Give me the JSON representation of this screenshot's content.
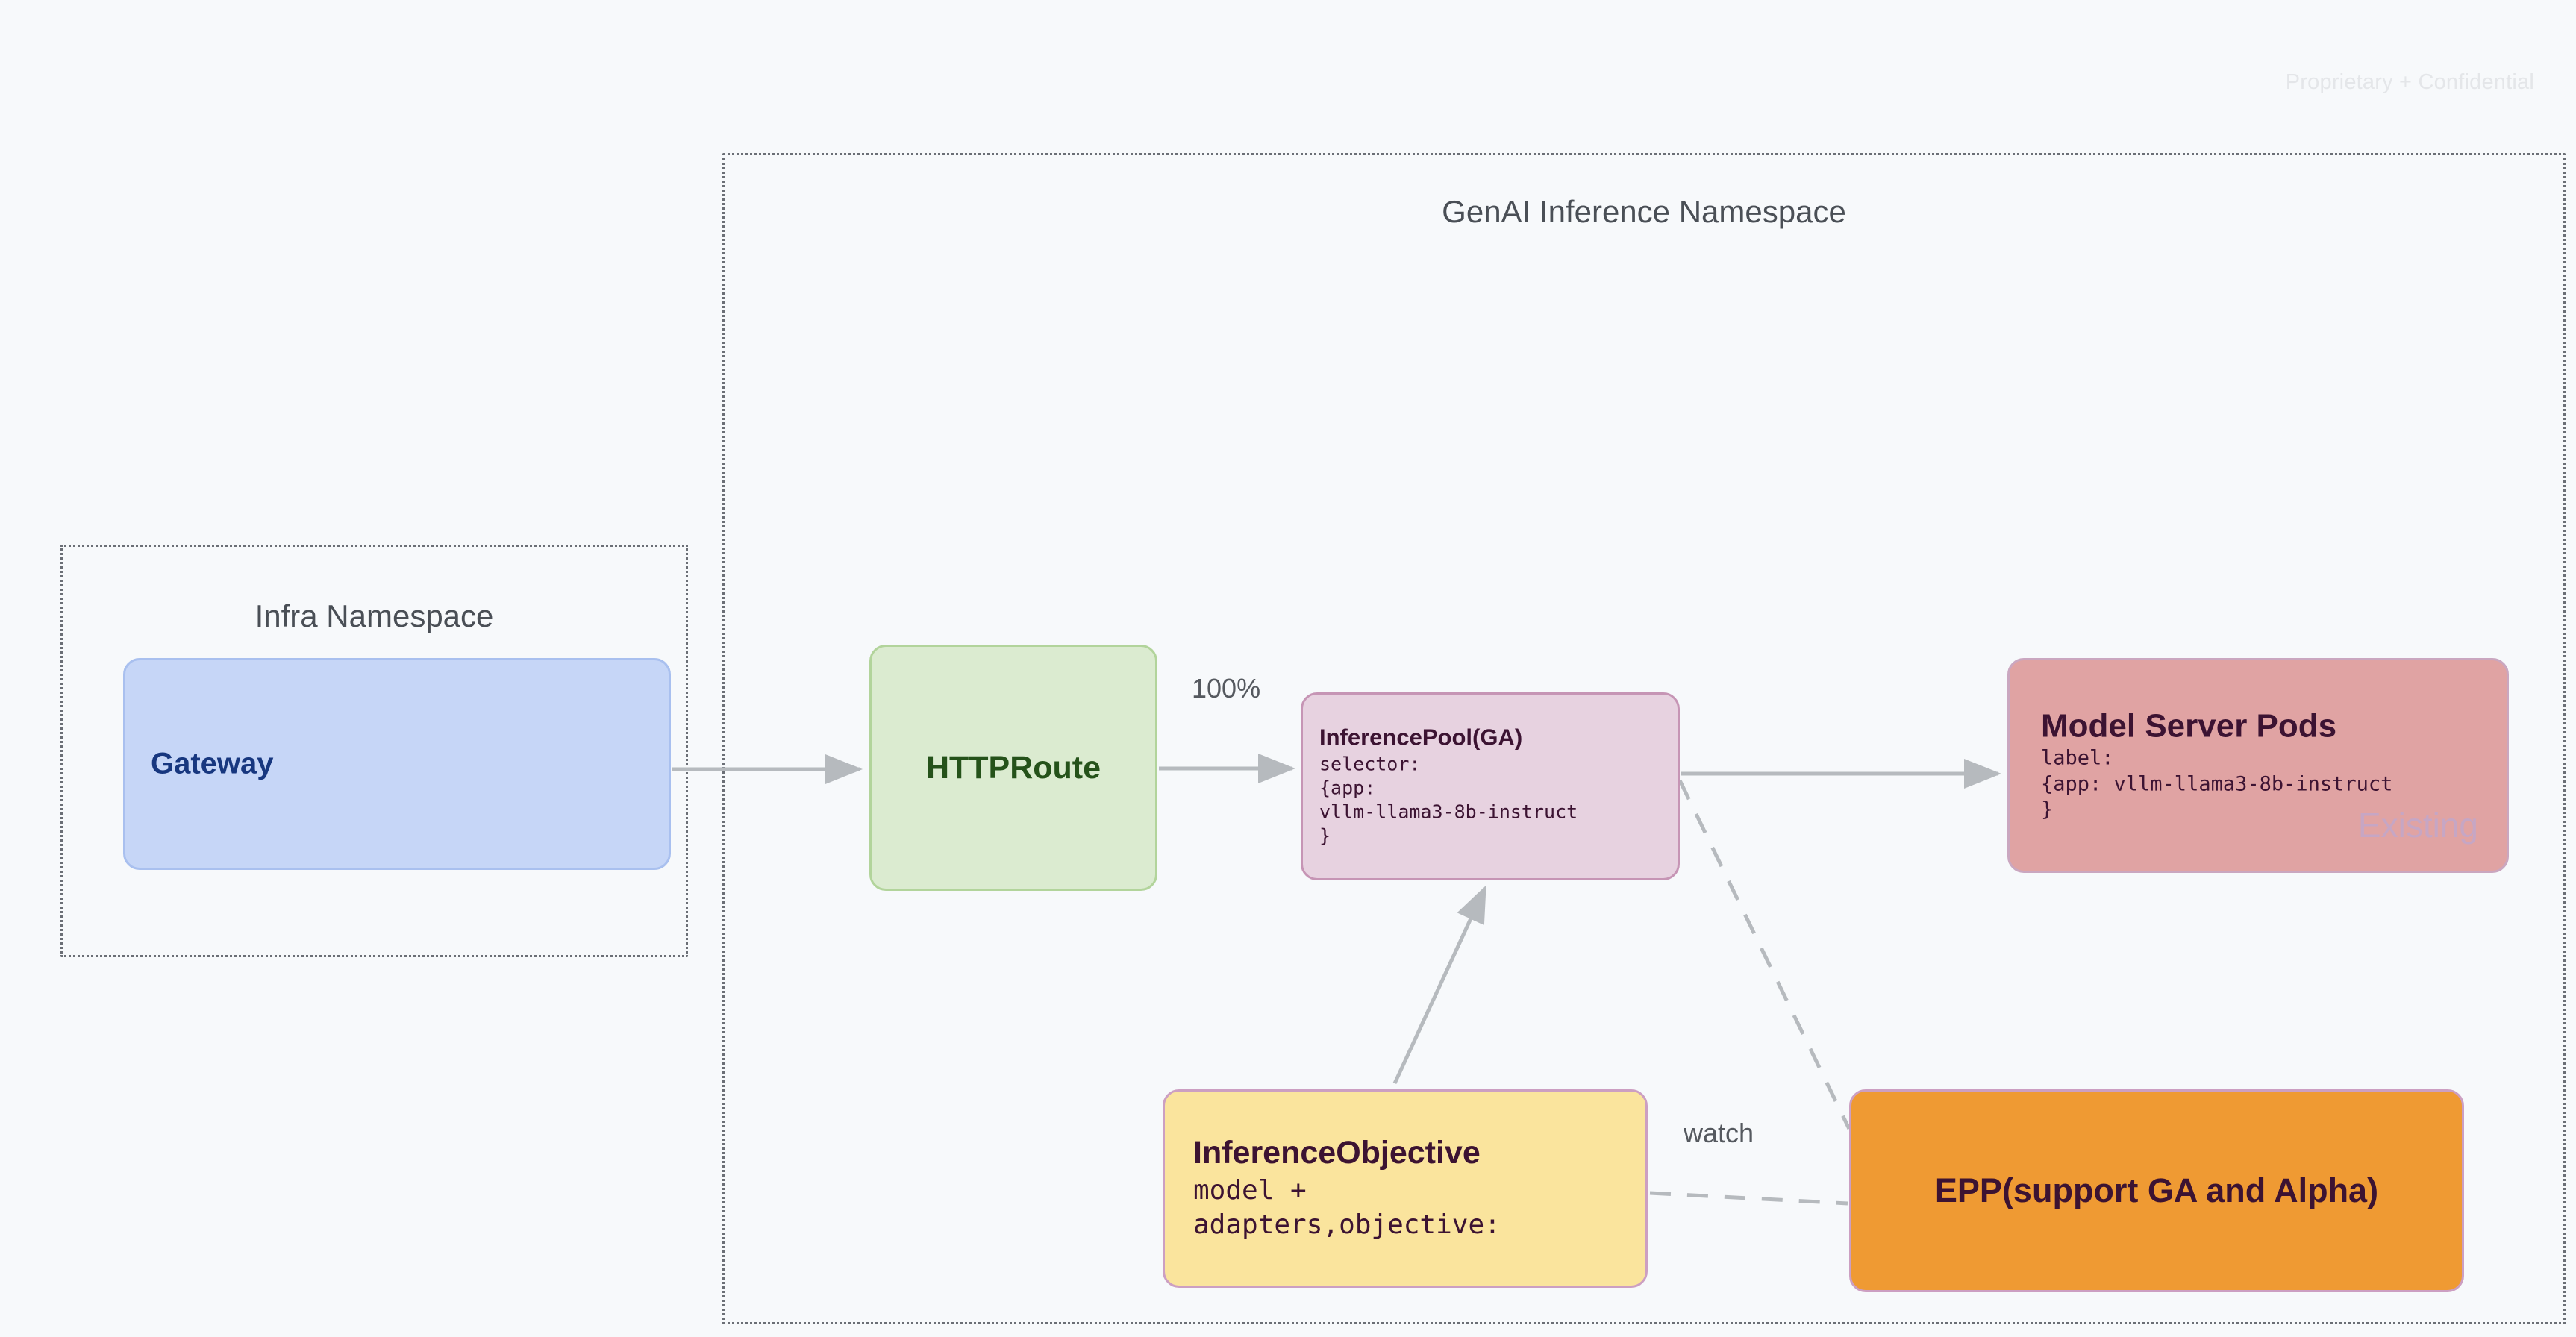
{
  "page": {
    "watermark": "Proprietary + Confidential",
    "background_color": "#f7f9fb"
  },
  "namespaces": [
    {
      "id": "infra",
      "title": "Infra Namespace",
      "border_style": "dotted",
      "border_color": "#6b6f76"
    },
    {
      "id": "genai",
      "title": "GenAI Inference Namespace",
      "border_style": "dotted",
      "border_color": "#6b6f76"
    }
  ],
  "nodes": {
    "gateway": {
      "title": "Gateway",
      "fill": "#c6d6f7",
      "stroke": "#a9c0ef",
      "text_color": "#17377f"
    },
    "httproute": {
      "title": "HTTPRoute",
      "fill": "#dbebd0",
      "stroke": "#b2d49b",
      "text_color": "#25521a"
    },
    "inferencepool": {
      "title": "InferencePool(GA)",
      "detail": "selector:\n{app:\nvllm-llama3-8b-instruct\n}",
      "fill": "#e7d2e0",
      "stroke": "#c695b5",
      "text_color": "#3c1332"
    },
    "modelserverpods": {
      "title": "Model Server Pods",
      "detail": "label:\n{app: vllm-llama3-8b-instruct\n}",
      "badge": "Existing",
      "fill": "#e0a3a3",
      "stroke": "#caa7c0",
      "text_color": "#3c1332",
      "badge_color": "#c6a6c4"
    },
    "inferenceobjective": {
      "title": "InferenceObjective",
      "detail": "model +\nadapters,objective:",
      "fill": "#fae49d",
      "stroke": "#cc9fc2",
      "text_color": "#3c1332"
    },
    "epp": {
      "title": "EPP(support GA and Alpha)",
      "fill": "#ef9a33",
      "stroke": "#cc9fc2",
      "text_color": "#3c1332"
    }
  },
  "edges": [
    {
      "id": "gateway-to-httproute",
      "from": "gateway",
      "to": "httproute",
      "label": "",
      "style": "solid",
      "arrow": true
    },
    {
      "id": "httproute-to-inferencepool",
      "from": "httproute",
      "to": "inferencepool",
      "label": "100%",
      "style": "solid",
      "arrow": true
    },
    {
      "id": "inferencepool-to-modelserverpods",
      "from": "inferencepool",
      "to": "modelserverpods",
      "label": "",
      "style": "solid",
      "arrow": true
    },
    {
      "id": "inferenceobjective-to-inferencepool",
      "from": "inferenceobjective",
      "to": "inferencepool",
      "label": "",
      "style": "solid",
      "arrow": true
    },
    {
      "id": "inferenceobjective-to-epp",
      "from": "inferenceobjective",
      "to": "epp",
      "label": "watch",
      "style": "dashed",
      "arrow": false
    },
    {
      "id": "inferencepool-to-epp",
      "from": "inferencepool",
      "to": "epp",
      "label": "",
      "style": "dashed",
      "arrow": false
    }
  ],
  "edge_labels": {
    "traffic_weight": "100%",
    "watch": "watch"
  }
}
